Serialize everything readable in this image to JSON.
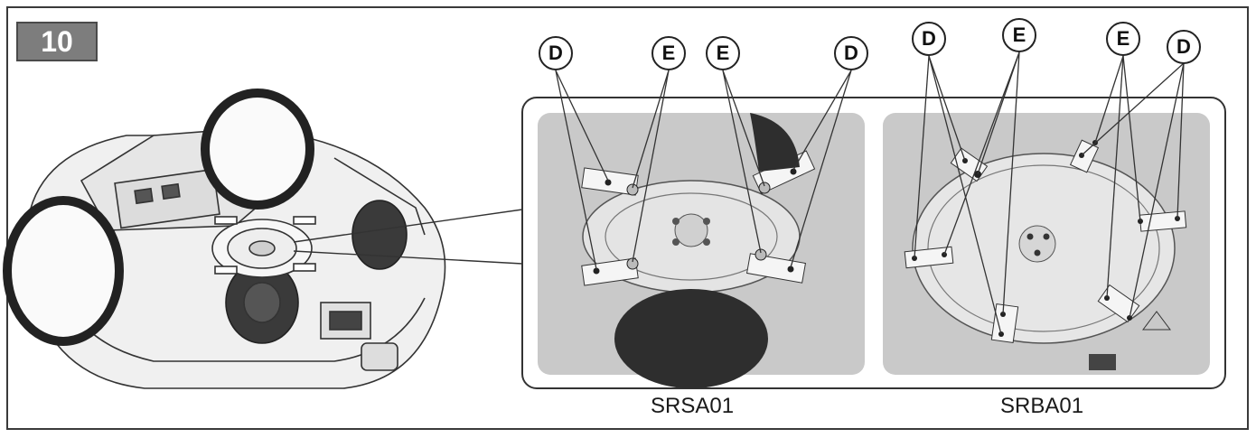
{
  "step": {
    "number": "10"
  },
  "callouts": {
    "d": "D",
    "e": "E"
  },
  "captions": {
    "left_panel": "SRSA01",
    "right_panel": "SRBA01"
  },
  "colors": {
    "panel_bg": "#c9c9c9",
    "line": "#333333",
    "badge_bg": "#7d7d7d"
  },
  "icons": [
    "robot-mower-illustration",
    "blade-disc-closeup"
  ]
}
